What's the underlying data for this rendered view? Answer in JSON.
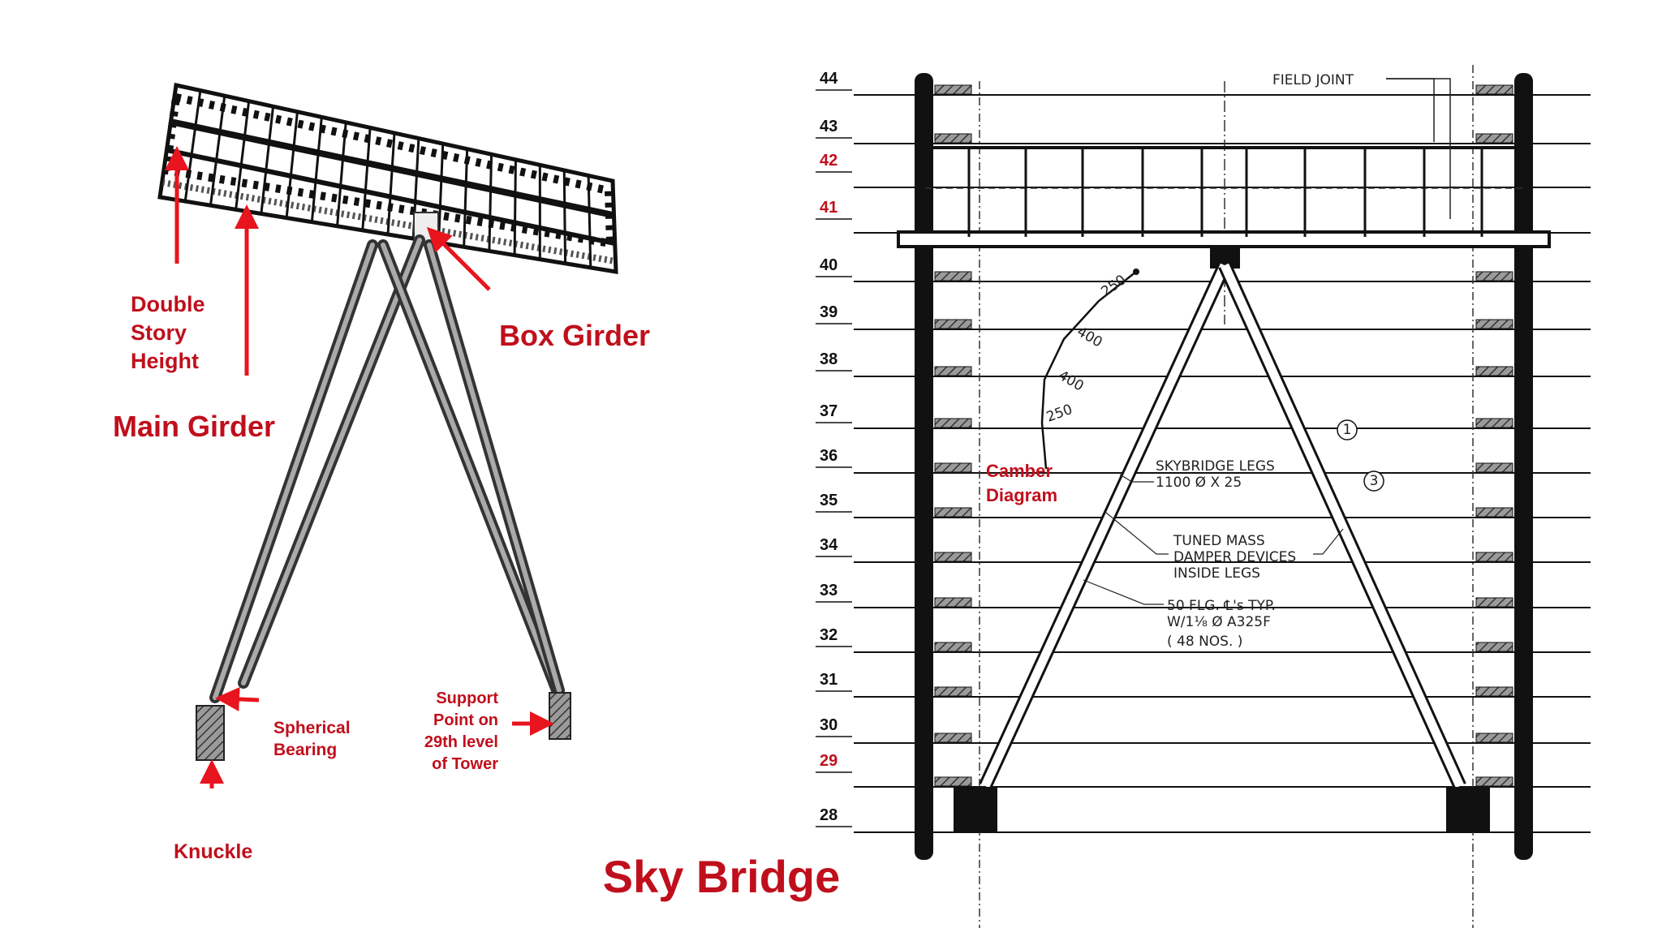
{
  "title": "Sky Bridge",
  "colors": {
    "label_red": "#c00f1c",
    "arrow_red": "#e8141e",
    "ink": "#111111"
  },
  "left_diagram": {
    "labels": {
      "double_story_height": [
        "Double",
        "Story",
        "Height"
      ],
      "main_girder": "Main Girder",
      "box_girder": "Box Girder",
      "spherical_bearing": [
        "Spherical",
        "Bearing"
      ],
      "support_point": [
        "Support",
        "Point on",
        "29th level",
        "of Tower"
      ],
      "knuckle": "Knuckle"
    }
  },
  "right_diagram": {
    "floors": [
      {
        "label": "44",
        "highlight": false
      },
      {
        "label": "43",
        "highlight": false
      },
      {
        "label": "42",
        "highlight": true
      },
      {
        "label": "41",
        "highlight": true
      },
      {
        "label": "40",
        "highlight": false
      },
      {
        "label": "39",
        "highlight": false
      },
      {
        "label": "38",
        "highlight": false
      },
      {
        "label": "37",
        "highlight": false
      },
      {
        "label": "36",
        "highlight": false
      },
      {
        "label": "35",
        "highlight": false
      },
      {
        "label": "34",
        "highlight": false
      },
      {
        "label": "33",
        "highlight": false
      },
      {
        "label": "32",
        "highlight": false
      },
      {
        "label": "31",
        "highlight": false
      },
      {
        "label": "30",
        "highlight": false
      },
      {
        "label": "29",
        "highlight": true
      },
      {
        "label": "28",
        "highlight": false
      }
    ],
    "field_joint": "FIELD JOINT",
    "legs_note": [
      "SKYBRIDGE LEGS",
      "1100 Ø X 25"
    ],
    "damper_note": [
      "TUNED MASS",
      "DAMPER DEVICES",
      "INSIDE LEGS"
    ],
    "flange_note": [
      "50 FLG. ℄'s TYP.",
      "W/1⅛ Ø A325F",
      "( 48 NOS. )"
    ],
    "camber_label": [
      "Camber",
      "Diagram"
    ],
    "camber_values": [
      "250",
      "400",
      "400",
      "250"
    ],
    "markers": [
      "1",
      "3"
    ]
  }
}
